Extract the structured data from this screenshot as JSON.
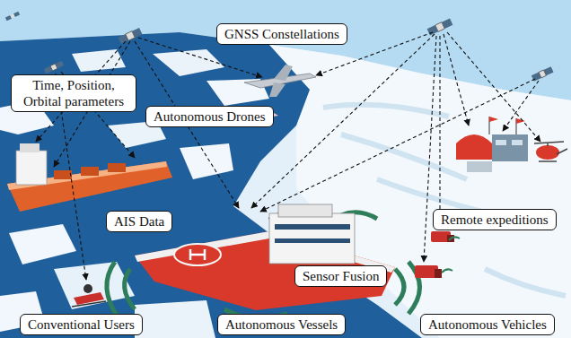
{
  "diagram": {
    "nodes": [
      {
        "text": [
          "GNSS Constellations"
        ]
      },
      {
        "text": [
          "Time, Position, Orbital parameters"
        ]
      },
      {
        "text": [
          "Autonomous Drones"
        ]
      },
      {
        "text": [
          "AIS Data"
        ]
      },
      {
        "text": [
          "Remote expeditions"
        ]
      },
      {
        "text": [
          "Sensor Fusion"
        ]
      },
      {
        "text": [
          "Conventional Users"
        ]
      },
      {
        "text": [
          "Autonomous Vessels"
        ]
      },
      {
        "text": [
          "Autonomous Vehicles"
        ]
      }
    ]
  }
}
